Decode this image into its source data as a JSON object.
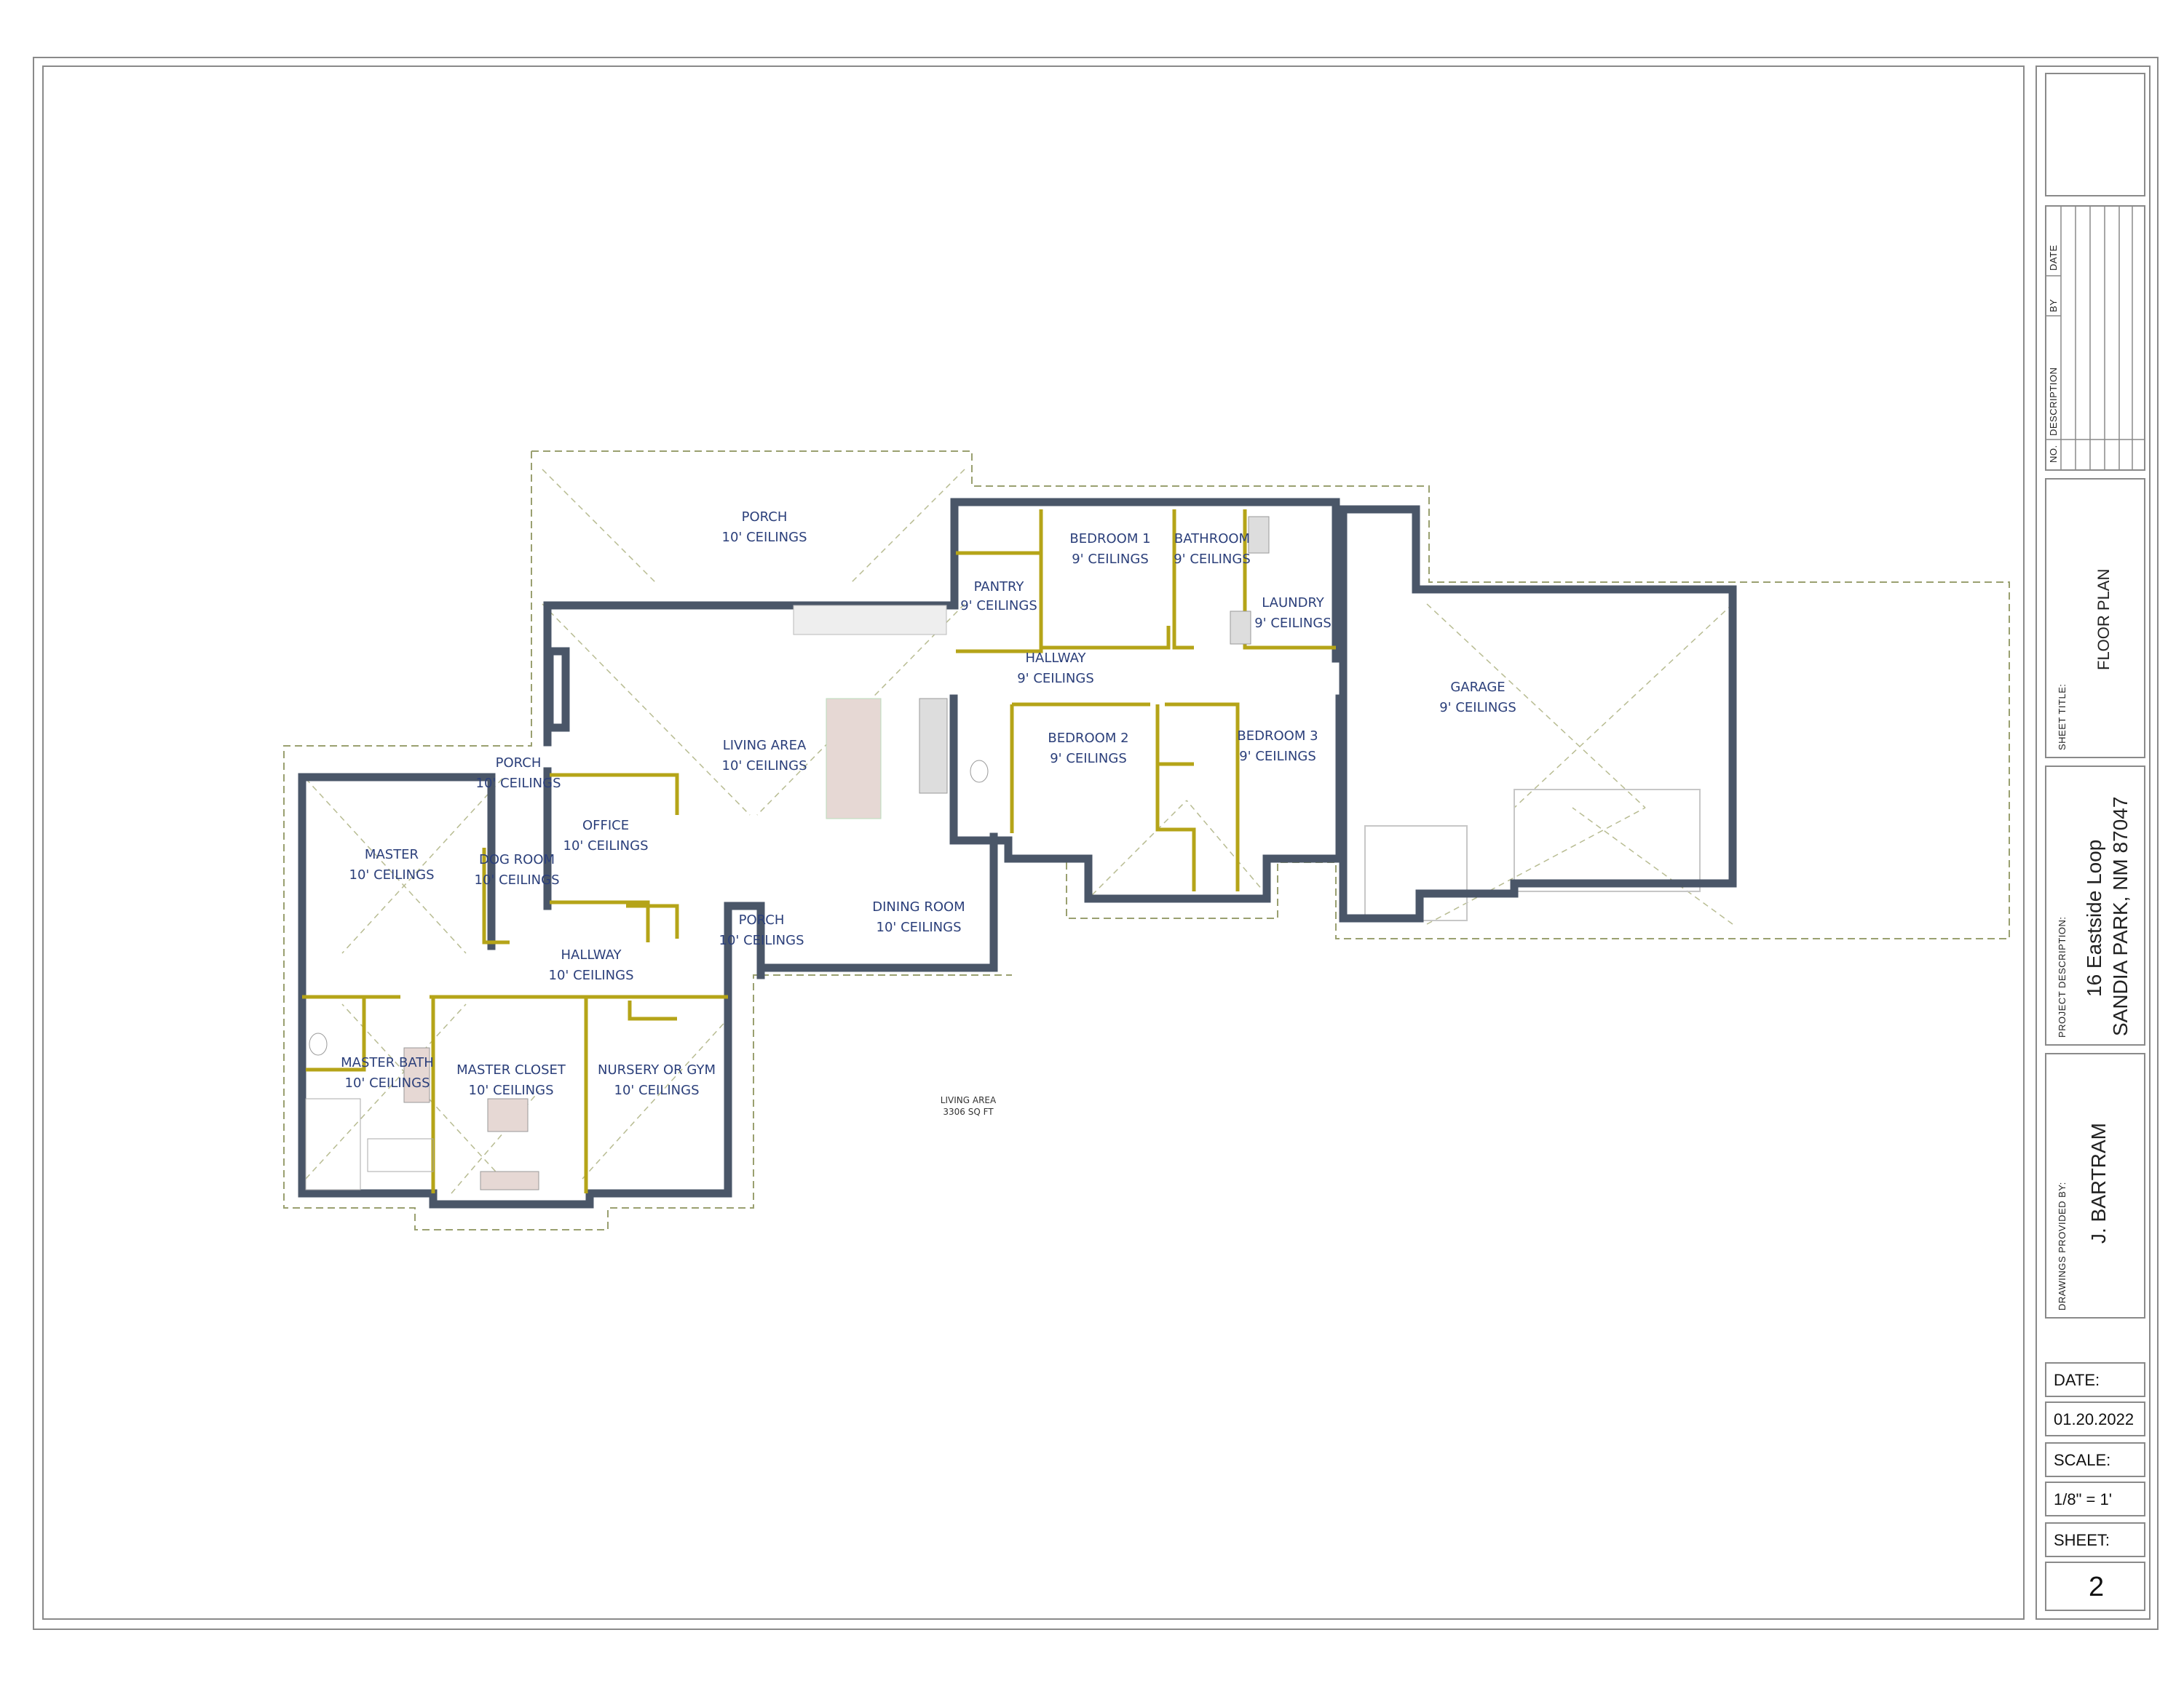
{
  "rooms": [
    {
      "name": "PORCH",
      "ceiling": "10' CEILINGS"
    },
    {
      "name": "BEDROOM 1",
      "ceiling": "9' CEILINGS"
    },
    {
      "name": "BATHROOM",
      "ceiling": "9' CEILINGS"
    },
    {
      "name": "PANTRY",
      "ceiling": "9' CEILINGS"
    },
    {
      "name": "LAUNDRY",
      "ceiling": "9' CEILINGS"
    },
    {
      "name": "HALLWAY",
      "ceiling": "9' CEILINGS"
    },
    {
      "name": "GARAGE",
      "ceiling": "9' CEILINGS"
    },
    {
      "name": "LIVING AREA",
      "ceiling": "10' CEILINGS"
    },
    {
      "name": "BEDROOM 2",
      "ceiling": "9' CEILINGS"
    },
    {
      "name": "BEDROOM 3",
      "ceiling": "9' CEILINGS"
    },
    {
      "name": "PORCH",
      "ceiling": "10' CEILINGS"
    },
    {
      "name": "OFFICE",
      "ceiling": "10' CEILINGS"
    },
    {
      "name": "MASTER",
      "ceiling": "10' CEILINGS"
    },
    {
      "name": "DOG ROOM",
      "ceiling": "10' CEILINGS"
    },
    {
      "name": "DINING ROOM",
      "ceiling": "10' CEILINGS"
    },
    {
      "name": "PORCH",
      "ceiling": "10' CEILINGS"
    },
    {
      "name": "HALLWAY",
      "ceiling": "10' CEILINGS"
    },
    {
      "name": "MASTER BATH",
      "ceiling": "10' CEILINGS"
    },
    {
      "name": "MASTER CLOSET",
      "ceiling": "10' CEILINGS"
    },
    {
      "name": "NURSERY OR GYM",
      "ceiling": "10' CEILINGS"
    }
  ],
  "area_summary": {
    "label": "LIVING AREA",
    "value": "3306 SQ FT"
  },
  "title_block": {
    "revision_headers": [
      "NO.",
      "DESCRIPTION",
      "BY",
      "DATE"
    ],
    "sheet_title_label": "SHEET TITLE:",
    "sheet_title": "FLOOR PLAN",
    "project_description_label": "PROJECT DESCRIPTION:",
    "address_line1": "16 Eastside Loop",
    "address_line2": "SANDIA PARK, NM 87047",
    "drawings_by_label": "DRAWINGS PROVIDED BY:",
    "drawings_by": "J. BARTRAM",
    "date_label": "DATE:",
    "date": "01.20.2022",
    "scale_label": "SCALE:",
    "scale": "1/8\" = 1'",
    "sheet_label": "SHEET:",
    "sheet_number": "2"
  },
  "colors": {
    "wall": "#4a5668",
    "interior_wall": "#b5a418",
    "label": "#2b3f7a",
    "border": "#8a8a8a"
  }
}
